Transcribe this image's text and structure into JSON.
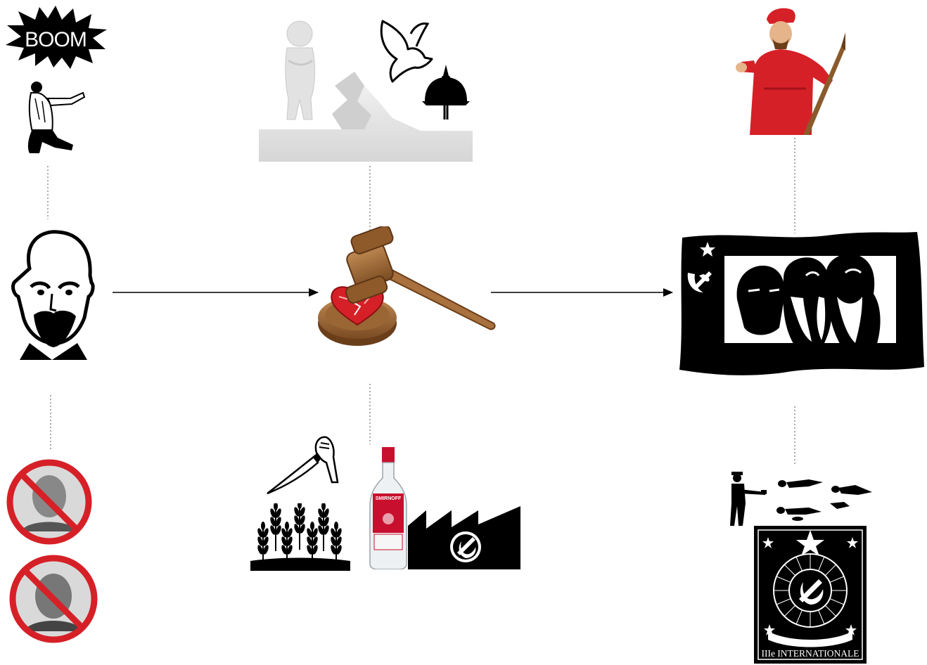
{
  "boom": {
    "text": "BOOM"
  },
  "vodka": {
    "brand": "SMIRNOFF"
  },
  "poster": {
    "title": "IIIe INTERNATIONALE"
  },
  "colors": {
    "background": "#ffffff",
    "ink": "#000000",
    "red": "#d62027",
    "gavel_wood": "#8a5a2b",
    "connector": "#555555"
  },
  "icons": [
    "boom-burst-icon",
    "kneeling-orator-icon",
    "lenin-portrait-icon",
    "crossed-out-portrait-icon",
    "peace-chasm-icon",
    "dove-icon",
    "pickelhaube-icon",
    "gavel-broken-heart-icon",
    "knife-icon",
    "wheat-field-icon",
    "vodka-bottle-icon",
    "factory-icon",
    "red-soldier-poster-icon",
    "soviet-flag-icon",
    "firing-squad-icon",
    "third-international-poster-icon"
  ]
}
